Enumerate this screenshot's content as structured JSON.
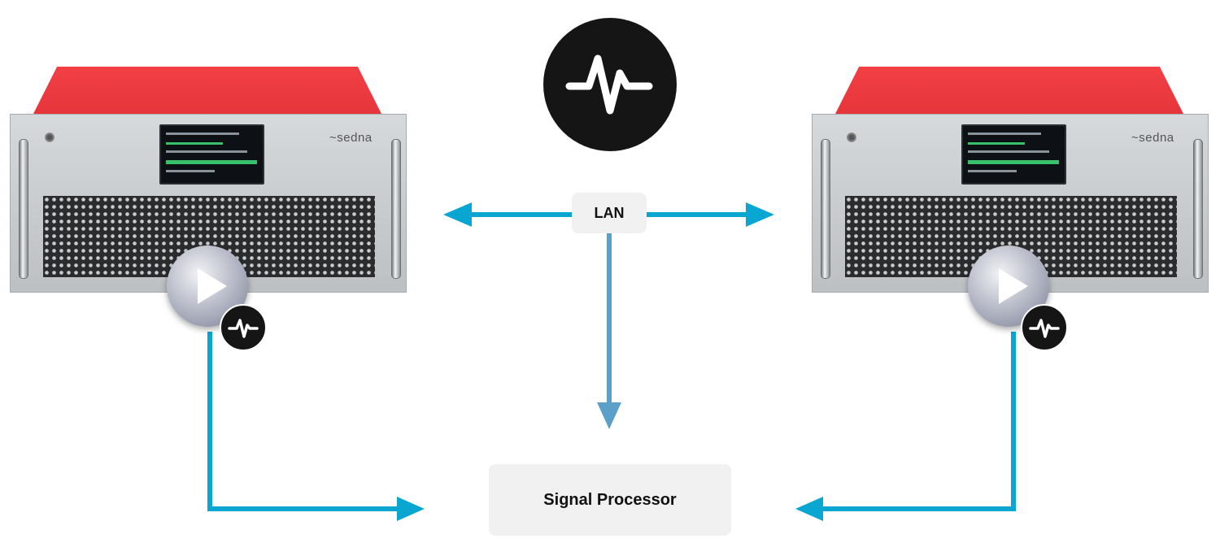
{
  "nodes": {
    "lan": "LAN",
    "processor": "Signal Processor",
    "brand_left": "~sedna",
    "brand_right": "~sedna"
  },
  "icons": {
    "hub": "pulse-icon",
    "player": "play-icon"
  },
  "colors": {
    "link": "#09a6d2",
    "link_down": "#5aa0c8",
    "chassis_top": "#ee3a40",
    "badge": "#151515"
  }
}
